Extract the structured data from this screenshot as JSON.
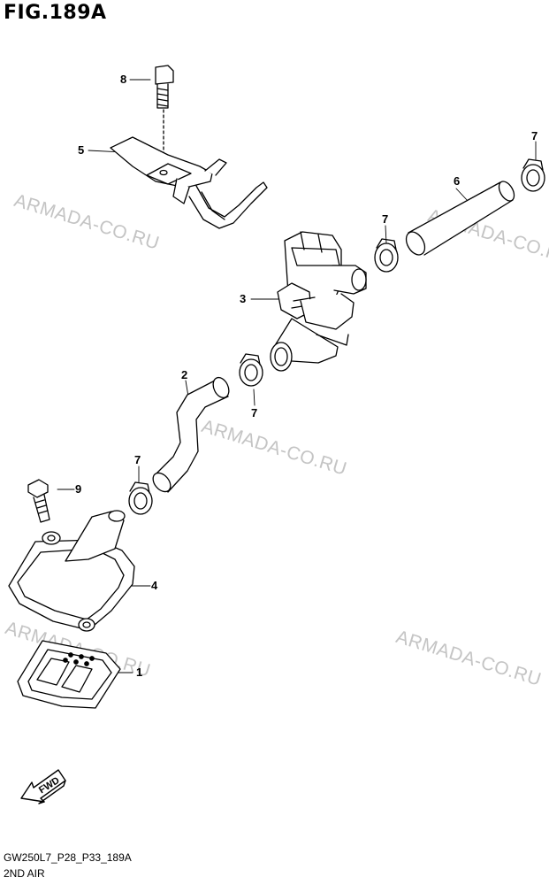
{
  "figure": {
    "title": "FIG.189A"
  },
  "watermark": "ARMADA-CO.RU",
  "callouts": {
    "c1": "1",
    "c2": "2",
    "c3": "3",
    "c4": "4",
    "c5": "5",
    "c6": "6",
    "c7a": "7",
    "c7b": "7",
    "c7c": "7",
    "c7d": "7",
    "c8": "8",
    "c9": "9"
  },
  "fwd_label": "FWD",
  "footer": {
    "code": "GW250L7_P28_P33_189A",
    "name": "2ND AIR"
  }
}
